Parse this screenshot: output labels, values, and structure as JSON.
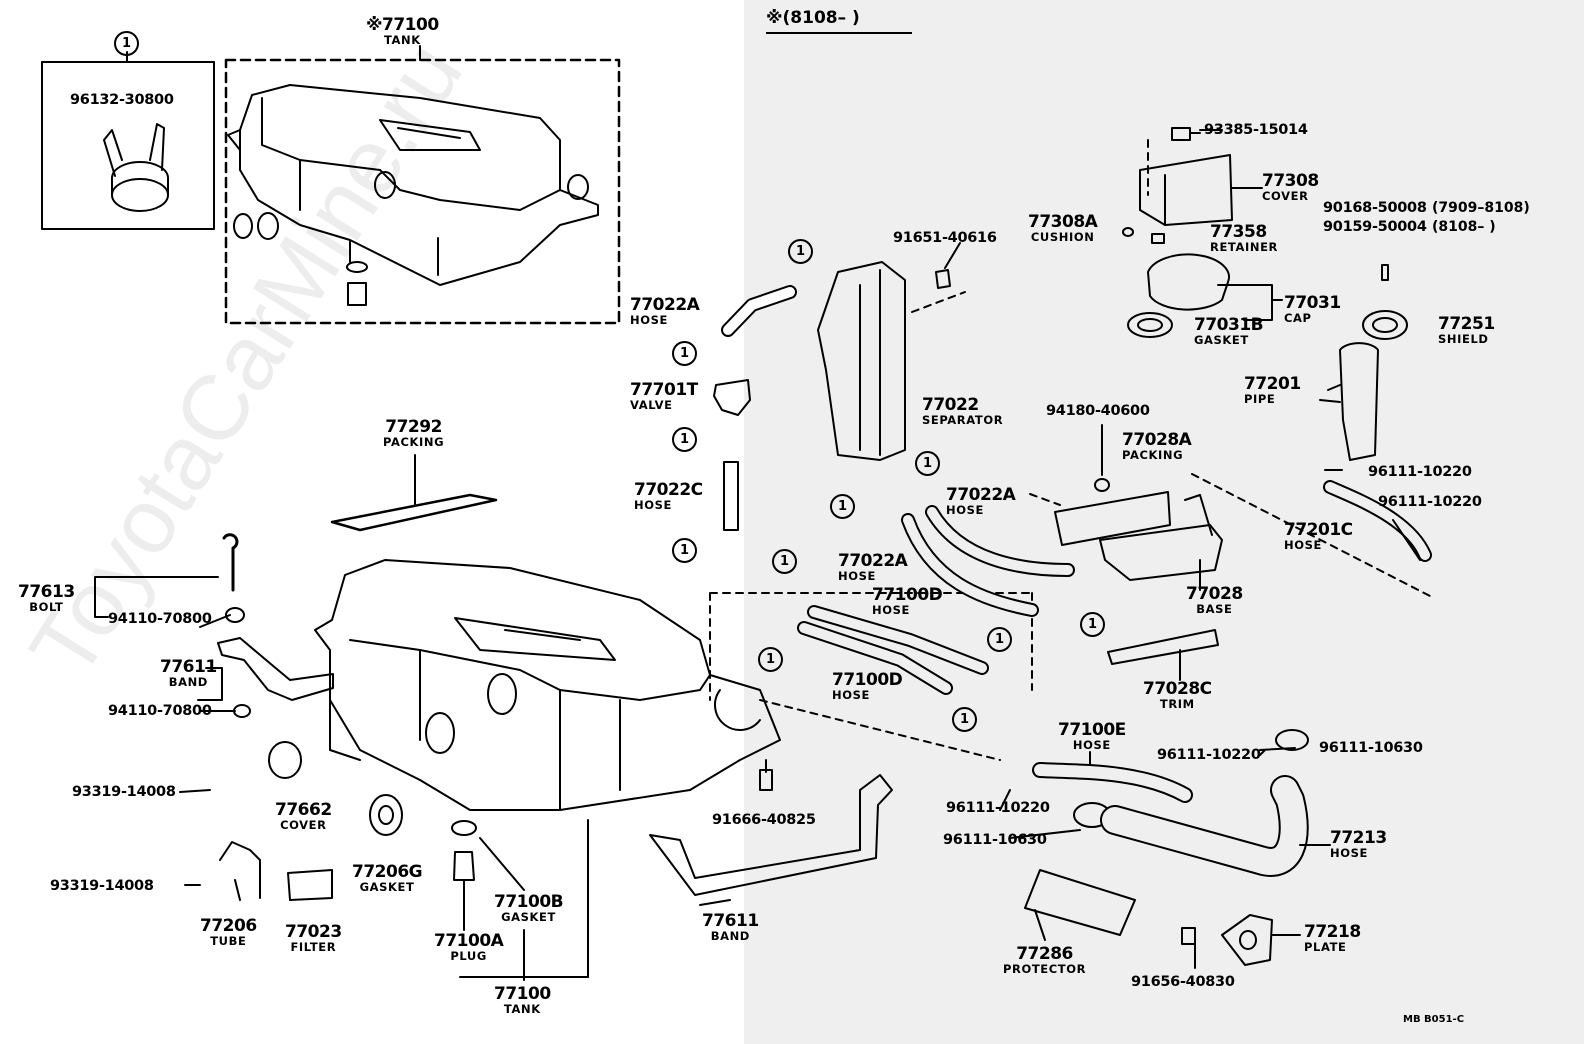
{
  "header_note": "※(8108–        )",
  "watermark": "ToyotaCarMine.ru",
  "diagram_code": "MB  B051-C",
  "parts": {
    "tank_top": {
      "number": "※77100",
      "name": "TANK"
    },
    "tank_bottom": {
      "number": "77100",
      "name": "TANK"
    },
    "clamp_96132": "96132-30800",
    "packing_77292": {
      "number": "77292",
      "name": "PACKING"
    },
    "bolt_77613": {
      "number": "77613",
      "name": "BOLT"
    },
    "nut_94110_a": "94110-70800",
    "band_77611_left": {
      "number": "77611",
      "name": "BAND"
    },
    "nut_94110_b": "94110-70800",
    "screw_93319_a": "93319-14008",
    "cover_77662": {
      "number": "77662",
      "name": "COVER"
    },
    "gasket_77206g": {
      "number": "77206G",
      "name": "GASKET"
    },
    "screw_93319_b": "93319-14008",
    "tube_77206": {
      "number": "77206",
      "name": "TUBE"
    },
    "filter_77023": {
      "number": "77023",
      "name": "FILTER"
    },
    "gasket_77100b": {
      "number": "77100B",
      "name": "GASKET"
    },
    "plug_77100a": {
      "number": "77100A",
      "name": "PLUG"
    },
    "bolt_91666": "91666-40825",
    "band_77611_right": {
      "number": "77611",
      "name": "BAND"
    },
    "hose_77022a_top": {
      "number": "77022A",
      "name": "HOSE"
    },
    "valve_77701t": {
      "number": "77701T",
      "name": "VALVE"
    },
    "hose_77022c": {
      "number": "77022C",
      "name": "HOSE"
    },
    "separator_77022": {
      "number": "77022",
      "name": "SEPARATOR"
    },
    "bolt_91651": "91651-40616",
    "hose_77022a_mid1": {
      "number": "77022A",
      "name": "HOSE"
    },
    "hose_77022a_mid2": {
      "number": "77022A",
      "name": "HOSE"
    },
    "hose_77100d_1": {
      "number": "77100D",
      "name": "HOSE"
    },
    "hose_77100d_2": {
      "number": "77100D",
      "name": "HOSE"
    },
    "nut_94180": "94180-40600",
    "packing_77028a": {
      "number": "77028A",
      "name": "PACKING"
    },
    "base_77028": {
      "number": "77028",
      "name": "BASE"
    },
    "trim_77028c": {
      "number": "77028C",
      "name": "TRIM"
    },
    "bolt_93385": "93385-15014",
    "cover_77308": {
      "number": "77308",
      "name": "COVER"
    },
    "cushion_77308a": {
      "number": "77308A",
      "name": "CUSHION"
    },
    "retainer_77358": {
      "number": "77358",
      "name": "RETAINER"
    },
    "screw_90168": "90168-50008",
    "screw_90168_dates": "(7909–8108)",
    "screw_90159": "90159-50004",
    "screw_90159_dates": "(8108–        )",
    "cap_77031": {
      "number": "77031",
      "name": "CAP"
    },
    "gasket_77031b": {
      "number": "77031B",
      "name": "GASKET"
    },
    "shield_77251": {
      "number": "77251",
      "name": "SHIELD"
    },
    "pipe_77201": {
      "number": "77201",
      "name": "PIPE"
    },
    "clamp_96111_a": "96111-10220",
    "clamp_96111_b": "96111-10220",
    "hose_77201c": {
      "number": "77201C",
      "name": "HOSE"
    },
    "hose_77100e": {
      "number": "77100E",
      "name": "HOSE"
    },
    "clamp_96111_c": "96111-10220",
    "clamp_96111_d": "96111-10630",
    "clamp_96111_e": "96111-10220",
    "clamp_96111_f": "96111-10630",
    "hose_77213": {
      "number": "77213",
      "name": "HOSE"
    },
    "protector_77286": {
      "number": "77286",
      "name": "PROTECTOR"
    },
    "plate_77218": {
      "number": "77218",
      "name": "PLATE"
    },
    "bolt_91656": "91656-40830"
  },
  "ref_marker": "1"
}
